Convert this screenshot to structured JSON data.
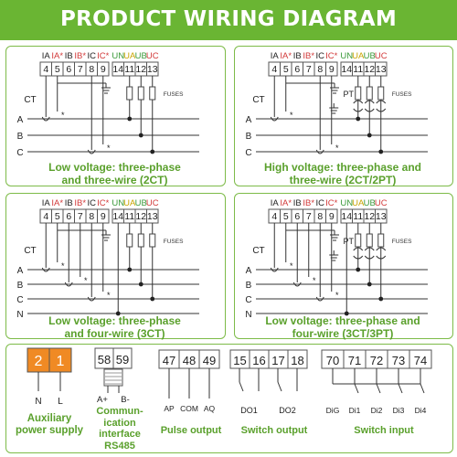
{
  "header": {
    "title": "PRODUCT WIRING DIAGRAM"
  },
  "panels": {
    "p1": {
      "caption_line1": "Low voltage: three-phase",
      "caption_line2": "and three-wire (2CT)"
    },
    "p2": {
      "caption_line1": "High voltage: three-phase and",
      "caption_line2": "three-wire (2CT/2PT)"
    },
    "p3": {
      "caption_line1": "Low voltage: three-phase",
      "caption_line2": "and four-wire (3CT)"
    },
    "p4": {
      "caption_line1": "Low voltage: three-phase and",
      "caption_line2": "four-wire (3CT/3PT)"
    }
  },
  "terminals": {
    "current_labels": [
      "IA",
      "IA*",
      "IB",
      "IB*",
      "IC",
      "IC*"
    ],
    "current_numbers": [
      "4",
      "5",
      "6",
      "7",
      "8",
      "9"
    ],
    "voltage_labels": [
      "UN",
      "UA",
      "UB",
      "UC"
    ],
    "voltage_numbers": [
      "14",
      "11",
      "12",
      "13"
    ]
  },
  "labels": {
    "ct": "CT",
    "pt": "PT",
    "fuses": "FUSES",
    "star": "*",
    "phases3": [
      "A",
      "B",
      "C"
    ],
    "phases4": [
      "A",
      "B",
      "C",
      "N"
    ]
  },
  "bottom": {
    "aux": {
      "numbers": [
        "2",
        "1"
      ],
      "pins": [
        "N",
        "L"
      ],
      "caption_line1": "Auxiliary",
      "caption_line2": "power supply"
    },
    "comm": {
      "numbers": [
        "58",
        "59"
      ],
      "pins": [
        "A+",
        "B-"
      ],
      "caption_line1": "Commun-",
      "caption_line2": "ication",
      "caption_line3": "interface",
      "caption_line4": "RS485"
    },
    "pulse": {
      "numbers": [
        "47",
        "48",
        "49"
      ],
      "pins": [
        "AP",
        "COM",
        "AQ"
      ],
      "caption": "Pulse output"
    },
    "switch_out": {
      "numbers": [
        "15",
        "16",
        "17",
        "18"
      ],
      "pins": [
        "DO1",
        "DO2"
      ],
      "caption": "Switch output"
    },
    "switch_in": {
      "numbers": [
        "70",
        "71",
        "72",
        "73",
        "74"
      ],
      "pins": [
        "DiG",
        "Di1",
        "Di2",
        "Di3",
        "Di4"
      ],
      "caption": "Switch input"
    }
  },
  "colors": {
    "brand_green": "#6ab533",
    "caption_green": "#5aa02c",
    "aux_orange": "#f08a24",
    "un_green": "#3a9a3a",
    "ua_yellow": "#c9a400",
    "ub_green": "#3a9a3a",
    "uc_red": "#d23a3a",
    "star_red": "#d23a3a"
  }
}
